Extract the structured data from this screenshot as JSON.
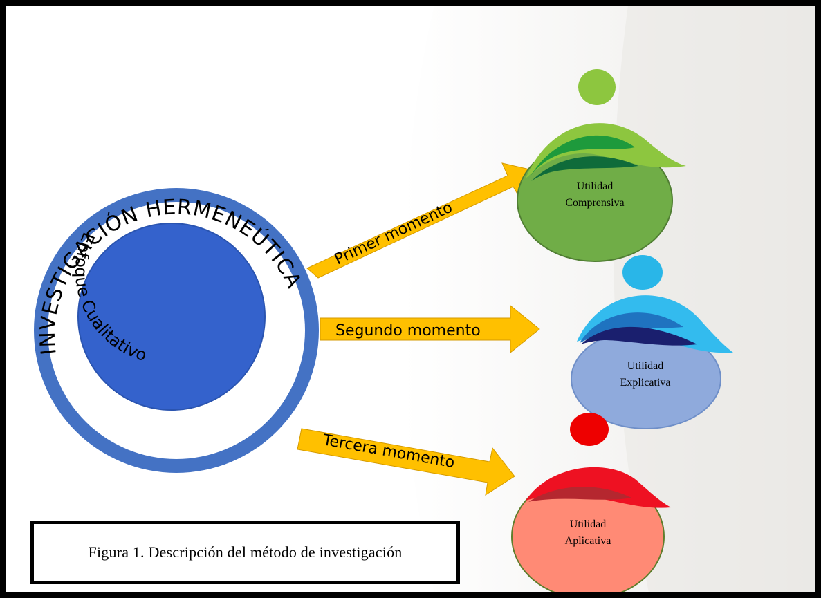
{
  "outer_ring_label": "INVESTIGACIÓN HERMENEÚTICA",
  "inner_circle_label": "Enfoque Cualitativo",
  "arrows": [
    {
      "label": "Primer momento"
    },
    {
      "label": "Segundo momento"
    },
    {
      "label": "Tercera momento"
    }
  ],
  "figures": [
    {
      "line1": "Utilidad",
      "line2": "Comprensiva",
      "color": "#70ad47"
    },
    {
      "line1": "Utilidad",
      "line2": "Explicativa",
      "color": "#8faadc"
    },
    {
      "line1": "Utilidad",
      "line2": "Aplicativa",
      "color": "#ff8a75"
    }
  ],
  "caption": "Figura 1. Descripción del método de investigación",
  "colors": {
    "ring": "#4472c4",
    "inner": "#3462cc",
    "arrow": "#ffc000",
    "arrow_stroke": "#d49a00"
  }
}
